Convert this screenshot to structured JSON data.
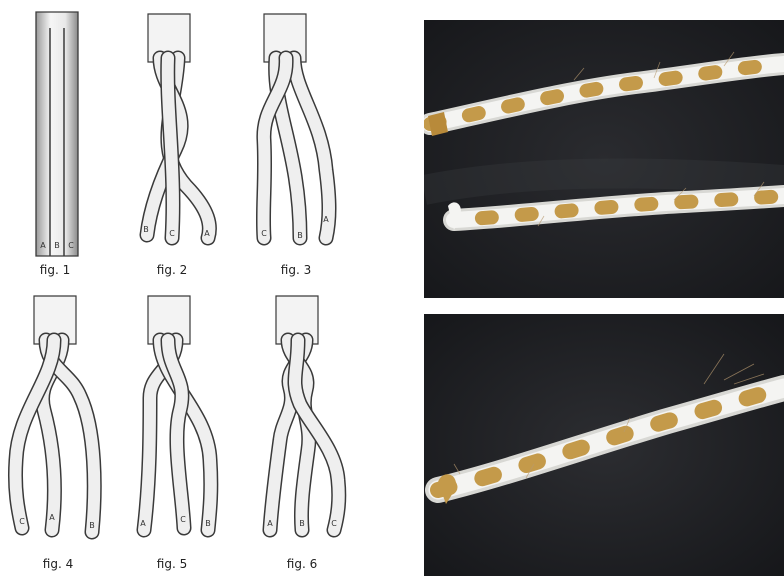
{
  "figures": [
    {
      "caption": "fig. 1",
      "strand_labels": [
        "A",
        "B",
        "C"
      ]
    },
    {
      "caption": "fig. 2",
      "strand_labels": [
        "B",
        "C",
        "A"
      ]
    },
    {
      "caption": "fig. 3",
      "strand_labels": [
        "C",
        "B",
        "A"
      ]
    },
    {
      "caption": "fig. 4",
      "strand_labels": [
        "C",
        "A",
        "B"
      ]
    },
    {
      "caption": "fig. 5",
      "strand_labels": [
        "A",
        "C",
        "B"
      ]
    },
    {
      "caption": "fig. 6",
      "strand_labels": [
        "A",
        "B",
        "C"
      ]
    }
  ],
  "colors": {
    "strand_fill": "#efefef",
    "strand_stroke": "#3a3a3a",
    "photo_background": "#1b1c1f",
    "rope_white": "#f4f4f2",
    "rope_jute": "#c49a4a"
  },
  "photos": [
    {
      "subject": "two-color rope twist photo, two rope pieces"
    },
    {
      "subject": "two-color rope twist photo, single rope"
    }
  ]
}
